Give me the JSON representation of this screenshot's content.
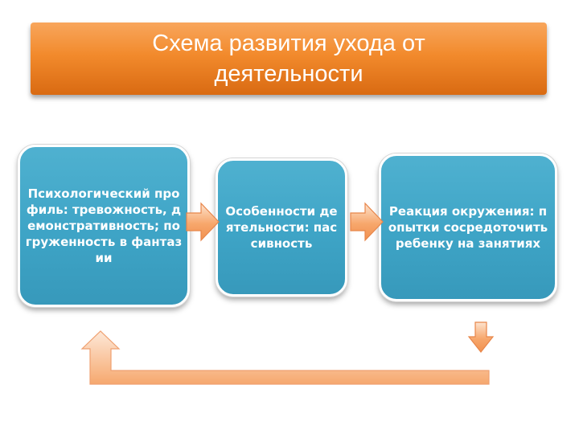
{
  "title": "Схема развития ухода от деятельности",
  "boxes": [
    {
      "text": "Психологический профиль: тревожность, демонстративность; погруженность в фантазии"
    },
    {
      "text": "Особенности деятельности: пассивность"
    },
    {
      "text": "Реакция окружения: попытки сосредоточить ребенку на занятиях"
    }
  ],
  "colors": {
    "title_banner": "#f28a2c",
    "box_fill": "#3ea4c6",
    "arrow_fill": "#f7a76c",
    "arrow_stroke": "#e8864a"
  }
}
